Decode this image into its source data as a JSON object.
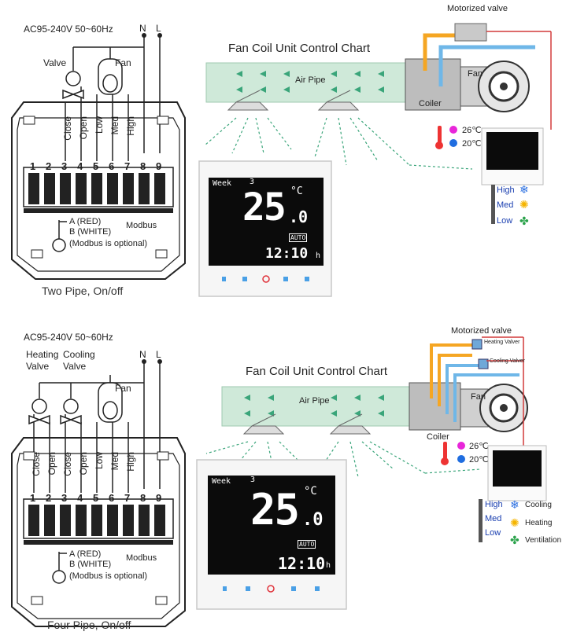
{
  "top": {
    "voltage": "AC95-240V  50~60Hz",
    "n_label": "N",
    "l_label": "L",
    "valve_label": "Valve",
    "fan_label": "Fan",
    "terminals": [
      "Close",
      "Open",
      "Low",
      "Med",
      "High"
    ],
    "terminal_numbers": [
      "1",
      "2",
      "3",
      "4",
      "5",
      "6",
      "7",
      "8",
      "9"
    ],
    "modbus_a": "A (RED)",
    "modbus_b": "B (WHITE)",
    "modbus_label": "Modbus",
    "modbus_note": "(Modbus is optional)",
    "caption": "Two Pipe, On/off",
    "chart_title": "Fan Coil Unit Control Chart",
    "air_pipe": "Air Pipe",
    "motorized_valve": "Motorized valve",
    "fan": "Fan",
    "coiler": "Coiler",
    "temp_hot": "26℃",
    "temp_cold": "20℃",
    "speeds": [
      "High",
      "Med",
      "Low"
    ],
    "lcd": {
      "week": "Week",
      "day": "3",
      "temp": "25",
      "decimal": ".0",
      "unit": "°C",
      "mode": "AUTO",
      "time": "12:10",
      "time_suffix": "h"
    }
  },
  "bottom": {
    "voltage": "AC95-240V  50~60Hz",
    "n_label": "N",
    "l_label": "L",
    "heating_valve": "Heating",
    "heating_valve2": "Valve",
    "cooling_valve": "Cooling",
    "cooling_valve2": "Valve",
    "fan_label": "Fan",
    "terminals": [
      "Close",
      "Open",
      "Close",
      "Open",
      "Low",
      "Med",
      "High"
    ],
    "terminal_numbers": [
      "1",
      "2",
      "3",
      "4",
      "5",
      "6",
      "7",
      "8",
      "9"
    ],
    "modbus_a": "A (RED)",
    "modbus_b": "B (WHITE)",
    "modbus_label": "Modbus",
    "modbus_note": "(Modbus is optional)",
    "caption": "Four Pipe, On/off",
    "chart_title": "Fan Coil Unit Control Chart",
    "air_pipe": "Air Pipe",
    "motorized_valve": "Motorized valve",
    "heating_valver": "Heating Valver",
    "cooling_valver": "Cooling Valver",
    "fan": "Fan",
    "coiler": "Coiler",
    "temp_hot": "26℃",
    "temp_cold": "20℃",
    "speeds": [
      "High",
      "Med",
      "Low"
    ],
    "modes": [
      "Cooling",
      "Heating",
      "Ventilation"
    ],
    "lcd": {
      "week": "Week",
      "day": "3",
      "temp": "25",
      "decimal": ".0",
      "unit": "°C",
      "mode": "AUTO",
      "time": "12:10",
      "time_suffix": "h"
    }
  },
  "colors": {
    "hot_pipe": "#f5a623",
    "cold_pipe": "#6fb7e8",
    "air_pipe": "#cfe9d9",
    "arrow": "#3aa57a",
    "red_wire": "#d23a3a",
    "lcd_bg": "#0b0b0b",
    "speed_text": "#1a3fb0"
  }
}
